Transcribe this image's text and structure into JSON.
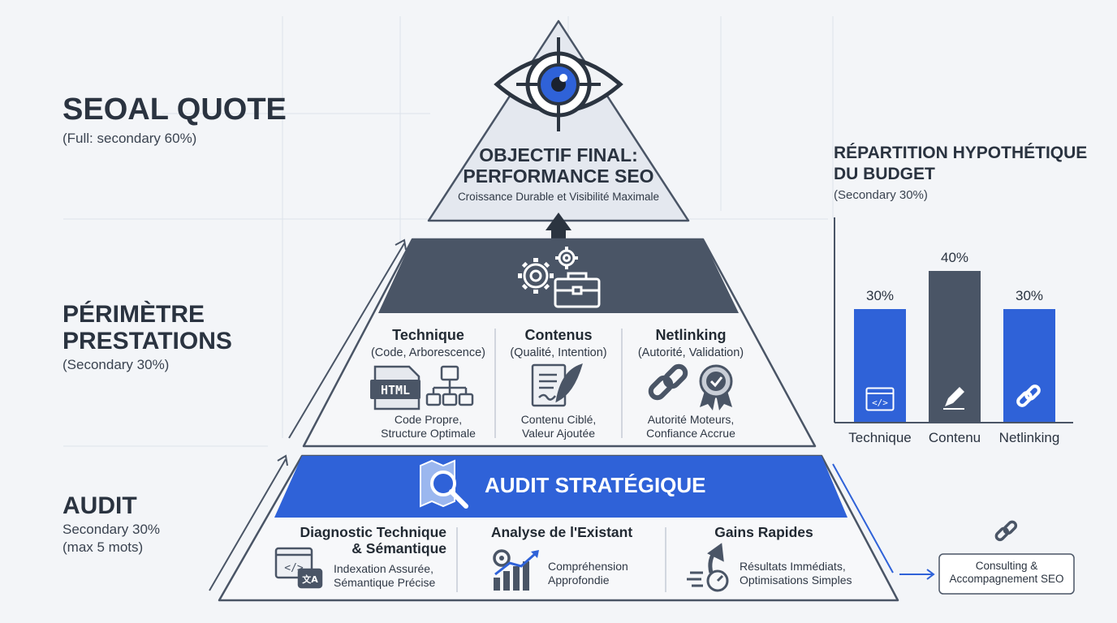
{
  "left_labels": {
    "quote_title": "SEOAL QUOTE",
    "quote_sub": "(Full: secondary 60%)",
    "perimetre_title_1": "PÉRIMÈTRE",
    "perimetre_title_2": "PRESTATIONS",
    "perimetre_sub": "(Secondary 30%)",
    "audit_title": "AUDIT",
    "audit_sub_1": "Secondary 30%",
    "audit_sub_2": "(max 5 mots)"
  },
  "top_tier": {
    "title_1": "OBJECTIF FINAL:",
    "title_2": "PERFORMANCE SEO",
    "subtitle": "Croissance Durable et Visibilité Maximale",
    "icon": "eye-target-icon"
  },
  "middle_tier": {
    "icon": "gears-briefcase-icon",
    "columns": [
      {
        "title": "Technique",
        "sub": "(Code, Arborescence)",
        "desc_1": "Code Propre,",
        "desc_2": "Structure Optimale",
        "icon_1": "html-file-icon",
        "icon_1_text": "HTML",
        "icon_2": "sitemap-icon"
      },
      {
        "title": "Contenus",
        "sub": "(Qualité, Intention)",
        "desc_1": "Contenu Ciblé,",
        "desc_2": "Valeur Ajoutée",
        "icon_1": "document-quill-icon"
      },
      {
        "title": "Netlinking",
        "sub": "(Autorité, Validation)",
        "desc_1": "Autorité Moteurs,",
        "desc_2": "Confiance Accrue",
        "icon_1": "chain-link-icon",
        "icon_2": "award-badge-icon"
      }
    ]
  },
  "bottom_tier": {
    "banner": "AUDIT STRATÉGIQUE",
    "banner_icon": "map-magnifier-icon",
    "columns": [
      {
        "title_1": "Diagnostic Technique",
        "title_2": "& Sémantique",
        "desc_1": "Indexation Assurée,",
        "desc_2": "Sémantique Précise",
        "icon": "code-translate-icon"
      },
      {
        "title_1": "Analyse de l'Existant",
        "desc_1": "Compréhension",
        "desc_2": "Approfondie",
        "icon": "gear-growth-chart-icon"
      },
      {
        "title_1": "Gains Rapides",
        "desc_1": "Résultats Immédiats,",
        "desc_2": "Optimisations Simples",
        "icon": "speed-arrow-icon"
      }
    ]
  },
  "budget": {
    "title_1": "RÉPARTITION HYPOTHÉTIQUE",
    "title_2": "DU BUDGET",
    "sub": "(Secondary 30%)"
  },
  "consulting": {
    "line_1": "Consulting &",
    "line_2": "Accompagnement SEO",
    "icon": "chain-link-icon"
  },
  "colors": {
    "accent_blue": "#2f62d8",
    "dark_slate": "#4a5566",
    "light_tier": "#e3e7ee",
    "text_dark": "#2a3340"
  },
  "chart_data": {
    "type": "bar",
    "title": "RÉPARTITION HYPOTHÉTIQUE DU BUDGET",
    "categories": [
      "Technique",
      "Contenu",
      "Netlinking"
    ],
    "values": [
      30,
      40,
      30
    ],
    "value_labels": [
      "30%",
      "40%",
      "30%"
    ],
    "ylim": [
      0,
      45
    ],
    "grid": false,
    "icons": [
      "code-window-icon",
      "pen-icon",
      "chain-link-icon"
    ]
  }
}
